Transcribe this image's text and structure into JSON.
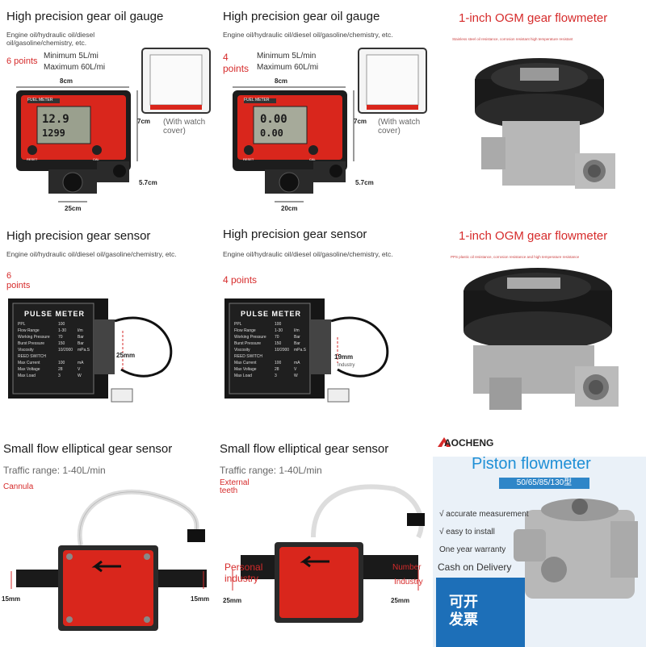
{
  "cells": {
    "c1": {
      "title": "High precision gear oil gauge",
      "sub": "Engine oil/hydraulic oil/diesel oil/gasoline/chemistry, etc.",
      "points": "6 points",
      "min": "Minimum 5L/mi",
      "max": "Maximum 60L/mi",
      "w": "8cm",
      "h": "7cm",
      "h2": "5.7cm",
      "port": "25cm",
      "cover": "(With watch cover)",
      "lcd1": "12.9",
      "lcd2": "1299",
      "brand": "FUEL METER",
      "btn1": "RESET",
      "btn2": "CAL"
    },
    "c2": {
      "title": "High precision gear oil gauge",
      "sub": "Engine oil/hydraulic oil/diesel oil/gasoline/chemistry, etc.",
      "points": "4 points",
      "min": "Minimum 5L/min",
      "max": "Maximum 60L/mi",
      "w": "8cm",
      "h": "7cm",
      "h2": "5.7cm",
      "port": "20cm",
      "cover": "(With watch cover)",
      "lcd1": "0.00",
      "lcd2": "0.00",
      "brand": "FUEL METER",
      "btn1": "RESET",
      "btn2": "CAL"
    },
    "c3": {
      "title": "1-inch OGM gear flowmeter",
      "tag": "Stainless steel oil resistance, corrosion resistant high temperature resistant"
    },
    "c4": {
      "title": "High precision gear sensor",
      "sub": "Engine oil/hydraulic oil/diesel oil/gasoline/chemistry, etc.",
      "points": "6 points",
      "port": "25mm",
      "plate": "PULSE METER",
      "rows": [
        [
          "PPL",
          "100",
          ""
        ],
        [
          "Flow Range",
          "1-30",
          "l/m"
        ],
        [
          "Working Pressure",
          "70",
          "Bar"
        ],
        [
          "Burst Pressure",
          "150",
          "Bar"
        ],
        [
          "Viscosity",
          "10/2000",
          "mPa.S"
        ],
        [
          "REED SWITCH",
          "",
          ""
        ],
        [
          "Max Current",
          "100",
          "mA"
        ],
        [
          "Max Voltage",
          "28",
          "V"
        ],
        [
          "Max Load",
          "3",
          "W"
        ]
      ]
    },
    "c5": {
      "title": "High precision gear sensor",
      "sub": "Engine oil/hydraulic oil/diesel oil/gasoline/chemistry, etc.",
      "points": "4 points",
      "port": "19mm",
      "port2": "Industry",
      "plate": "PULSE METER",
      "rows": [
        [
          "PPL",
          "100",
          ""
        ],
        [
          "Flow Range",
          "1-30",
          "l/m"
        ],
        [
          "Working Pressure",
          "70",
          "Bar"
        ],
        [
          "Burst Pressure",
          "150",
          "Bar"
        ],
        [
          "Viscosity",
          "10/2000",
          "mPa.S"
        ],
        [
          "REED SWITCH",
          "",
          ""
        ],
        [
          "Max Current",
          "100",
          "mA"
        ],
        [
          "Max Voltage",
          "28",
          "V"
        ],
        [
          "Max Load",
          "3",
          "W"
        ]
      ]
    },
    "c6": {
      "title": "1-inch OGM gear flowmeter",
      "tag": "PPS plastic oil resistance, corrosion resistance and high temperature resistance"
    },
    "c7": {
      "title": "Small flow elliptical gear sensor",
      "range": "Traffic range: 1-40L/min",
      "kind": "Cannula",
      "dimL": "15mm",
      "dimR": "15mm"
    },
    "c8": {
      "title": "Small flow elliptical gear sensor",
      "range": "Traffic range: 1-40L/min",
      "kind": "External teeth",
      "dimL": "25mm",
      "dimR": "25mm",
      "left": "Personal industry",
      "right1": "Number",
      "right2": "Industry"
    },
    "c9": {
      "brand": "AOCHENG",
      "title": "Piston flowmeter",
      "models": "50/65/85/130型",
      "f1": "√ accurate measurement",
      "f2": "√ easy to install",
      "f3": "One year warranty",
      "f4": "Cash on Delivery",
      "invoice": "可开\n发票"
    }
  },
  "colors": {
    "accent": "#e02020",
    "meter_red": "#d9261c",
    "blue": "#1e8fd6",
    "banner": "#2f86c8"
  }
}
